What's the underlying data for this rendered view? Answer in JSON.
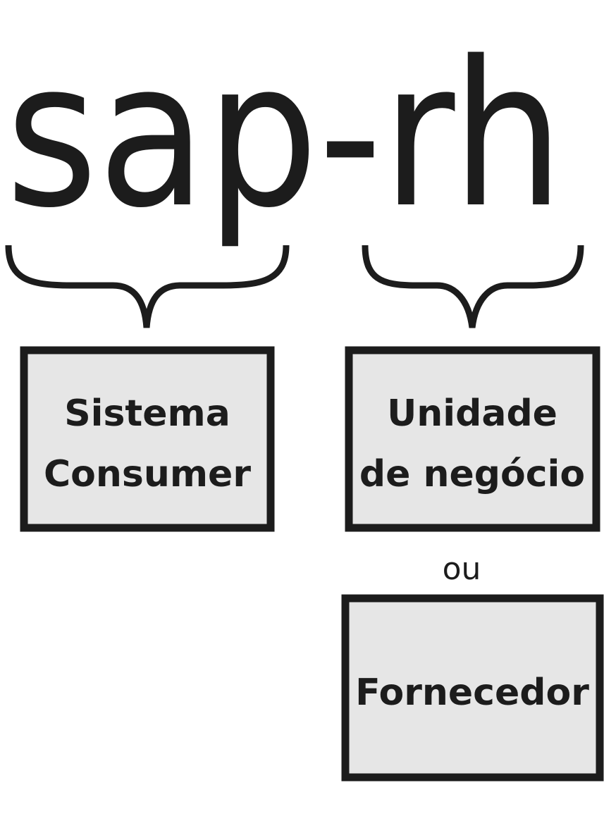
{
  "title": "sap-rh",
  "boxes": {
    "sistema": {
      "line1": "Sistema",
      "line2": "Consumer"
    },
    "unidade": {
      "line1": "Unidade",
      "line2": "de negócio"
    },
    "fornecedor": {
      "line1": "Fornecedor"
    }
  },
  "separator": "ou",
  "colors": {
    "stroke": "#1c1c1c",
    "box_fill": "#e6e6e6"
  }
}
